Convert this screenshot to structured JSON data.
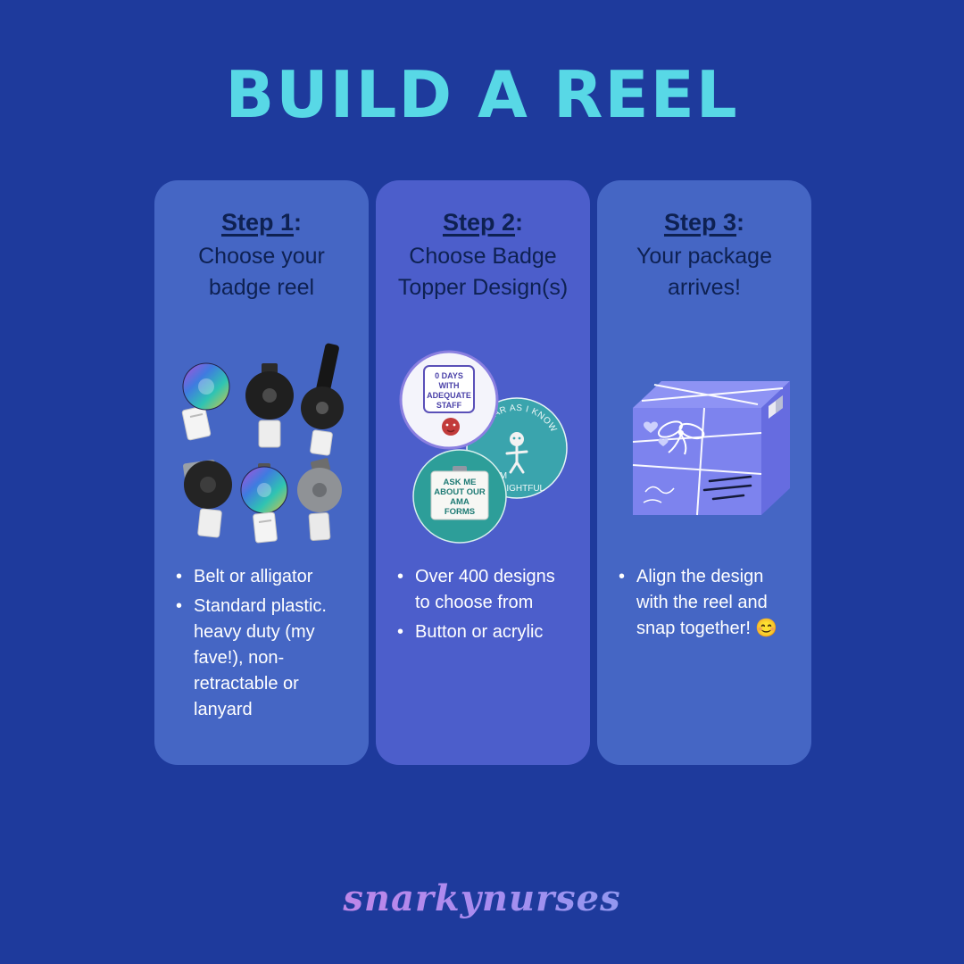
{
  "page": {
    "title": "BUILD A REEL",
    "brand": "snarkynurses"
  },
  "colors": {
    "background": "#1e3a9c",
    "card": "#4566c4",
    "card_middle": "#4c5ecb",
    "title": "#58d8e6",
    "heading_text": "#0e2152",
    "body_text": "#ffffff",
    "brand_gradient": [
      "#f07ad4",
      "#a98cf0",
      "#58b4ef"
    ]
  },
  "steps": [
    {
      "label": "Step 1",
      "suffix": ":",
      "subtitle": "Choose your badge reel",
      "bullets": [
        "Belt or alligator",
        "Standard plastic. heavy duty (my fave!), non-retractable or lanyard"
      ]
    },
    {
      "label": "Step 2",
      "suffix": ":",
      "subtitle": "Choose Badge Topper Design(s)",
      "bullets": [
        "Over 400 designs to choose from",
        "Button or acrylic"
      ],
      "badges": {
        "days": [
          "0 DAYS",
          "WITH",
          "ADEQUATE",
          "STAFF"
        ],
        "ama": [
          "ASK ME",
          "ABOUT OUR",
          "AMA",
          "FORMS"
        ],
        "know": "AS FAR AS I KNOW",
        "im": "I'M",
        "delightful": "DELIGHTFUL"
      }
    },
    {
      "label": "Step 3",
      "suffix": ":",
      "subtitle": "Your package arrives!",
      "bullets": [
        "Align the design with the reel and snap together! 😊"
      ]
    }
  ]
}
